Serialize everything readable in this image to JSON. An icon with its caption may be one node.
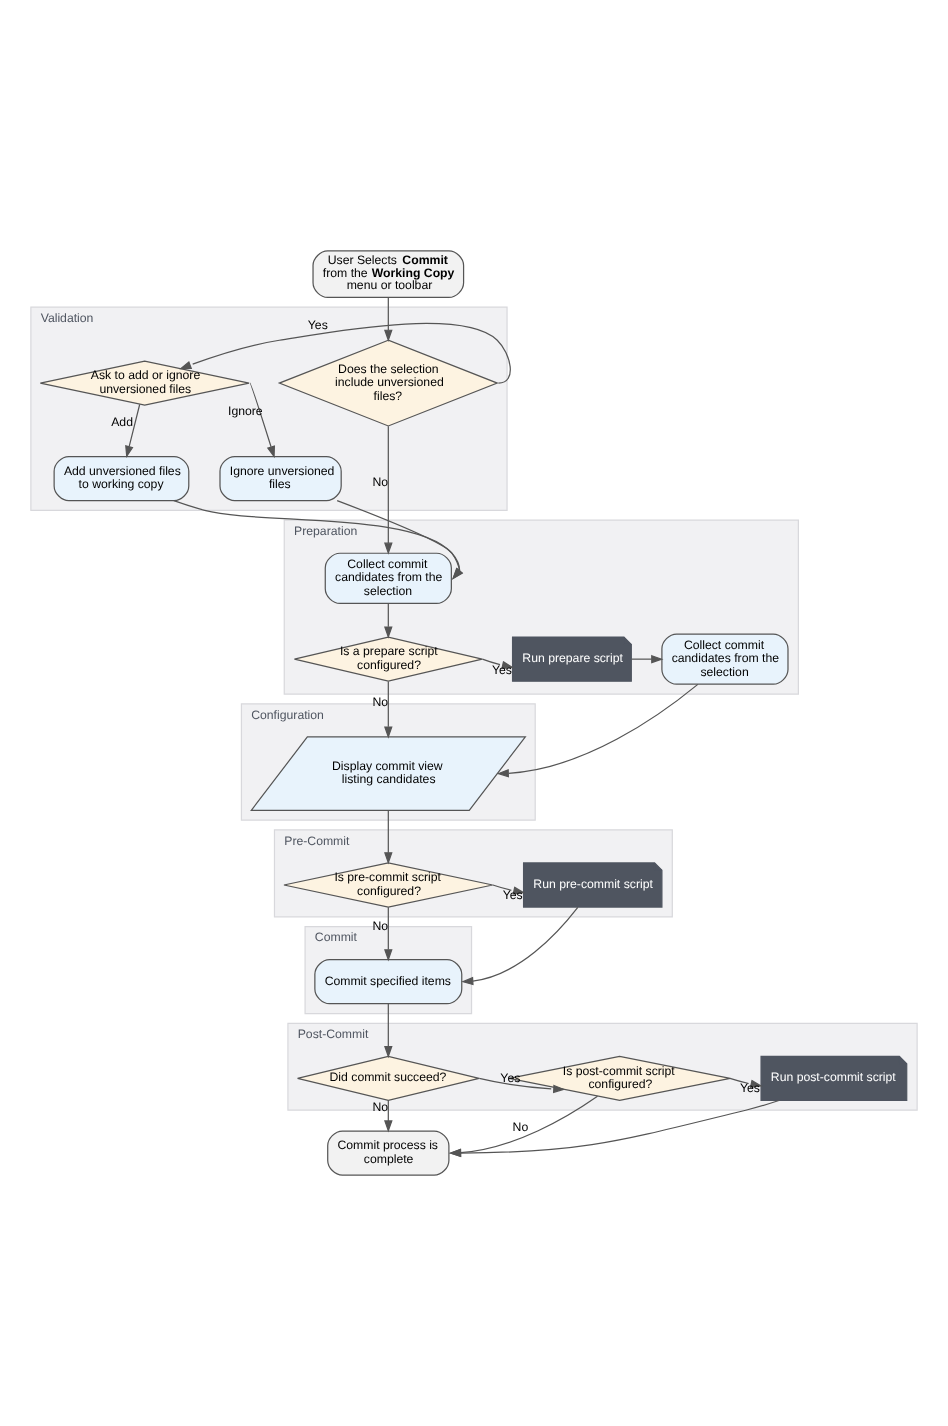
{
  "diagram": {
    "nodes": [
      {
        "text": [
          "User Selects **Commit** from the **Working Copy** menu or toolbar"
        ]
      },
      {
        "text": [
          "Validation"
        ]
      },
      {
        "text": [
          "Does the selection include unversioned files?"
        ],
        "in": 1
      },
      {
        "text": [
          "Ask to add or ignore unversioned files"
        ],
        "in": 1
      },
      {
        "text": [
          "Add unversioned files to working copy"
        ],
        "in": 1
      },
      {
        "text": [
          "Ignore unversioned files"
        ],
        "in": 1
      },
      {
        "text": [
          "Preparation"
        ]
      },
      {
        "text": [
          "Collect commit candidates from the selection"
        ],
        "in": 6
      },
      {
        "text": [
          "Is a prepare script configured?"
        ],
        "in": 6
      },
      {
        "text": [
          "Run prepare script"
        ],
        "in": 6
      },
      {
        "text": [
          "Collect commit candidates from the selection"
        ],
        "in": 6
      },
      {
        "text": [
          "Configuration"
        ]
      },
      {
        "text": [
          "Display commit view listing candidates"
        ],
        "in": 11
      },
      {
        "text": [
          "Pre-Commit"
        ]
      },
      {
        "text": [
          "Is pre-commit script configured?"
        ],
        "in": 13
      },
      {
        "text": [
          "Run pre-commit script"
        ],
        "in": 13
      },
      {
        "text": [
          "Commit"
        ]
      },
      {
        "text": [
          "Commit specified items"
        ],
        "in": 16
      },
      {
        "text": [
          "Post-Commit"
        ]
      },
      {
        "text": [
          "Did commit succeed?"
        ],
        "in": 18
      },
      {
        "text": [
          "Is post-commit script configured?"
        ],
        "in": 18
      },
      {
        "text": [
          "Run post-commit script"
        ],
        "in": 18
      },
      {
        "text": [
          "Commit process is complete"
        ]
      }
    ],
    "edges": [
      {
        "from": 0,
        "to": 2,
        "arrow": "to"
      },
      {
        "from": 2,
        "to": 3,
        "arrow": "to",
        "label": "Yes"
      },
      {
        "from": 2,
        "to": 7,
        "arrow": "to",
        "label": "No"
      },
      {
        "from": 3,
        "to": 4,
        "arrow": "to",
        "label": "Add"
      },
      {
        "from": 3,
        "to": 5,
        "arrow": "to",
        "label": "Ignore"
      },
      {
        "from": 4,
        "to": 7,
        "arrow": "to"
      },
      {
        "from": 5,
        "to": 7,
        "arrow": "to"
      },
      {
        "from": 7,
        "to": 8,
        "arrow": "to"
      },
      {
        "from": 8,
        "to": 9,
        "arrow": "to",
        "label": "Yes"
      },
      {
        "from": 8,
        "to": 12,
        "arrow": "to",
        "label": "No"
      },
      {
        "from": 9,
        "to": 10,
        "arrow": "to"
      },
      {
        "from": 10,
        "to": 12,
        "arrow": "to"
      },
      {
        "from": 12,
        "to": 14,
        "arrow": "to"
      },
      {
        "from": 14,
        "to": 15,
        "arrow": "to",
        "label": "Yes"
      },
      {
        "from": 14,
        "to": 17,
        "arrow": "to",
        "label": "No"
      },
      {
        "from": 15,
        "to": 17,
        "arrow": "to"
      },
      {
        "from": 17,
        "to": 19,
        "arrow": "to"
      },
      {
        "from": 19,
        "to": 20,
        "arrow": "to",
        "label": "Yes"
      },
      {
        "from": 19,
        "to": 22,
        "arrow": "to",
        "label": "No"
      },
      {
        "from": 20,
        "to": 21,
        "arrow": "to",
        "label": "Yes"
      },
      {
        "from": 20,
        "to": 22,
        "arrow": "to",
        "label": "No"
      },
      {
        "from": 21,
        "to": 22,
        "arrow": "to"
      }
    ]
  }
}
